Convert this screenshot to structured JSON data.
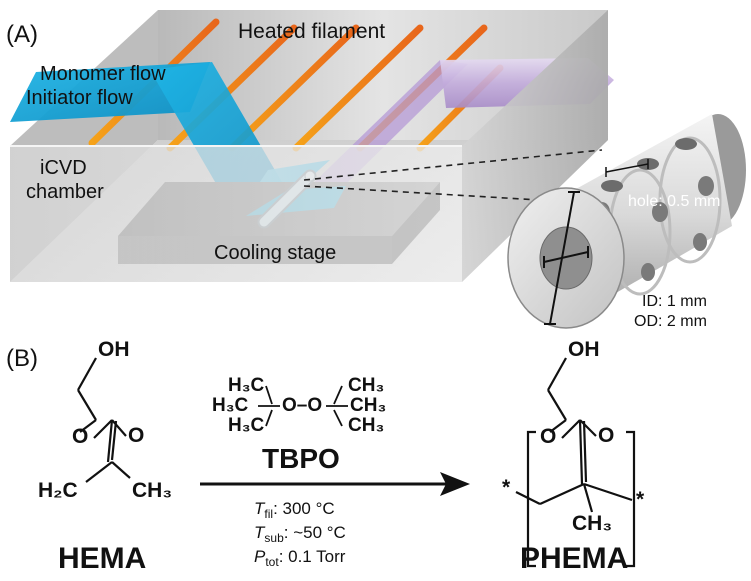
{
  "panel_a": {
    "label": "(A)",
    "heated_filament": "Heated filament",
    "monomer_flow": "Monomer flow",
    "initiator_flow": "Initiator flow",
    "chamber_line1": "iCVD",
    "chamber_line2": "chamber",
    "cooling_stage": "Cooling stage",
    "hole": "hole: 0.5 mm",
    "id": "ID: 1 mm",
    "od": "OD: 2 mm"
  },
  "panel_b": {
    "label": "(B)",
    "hema": {
      "oh": "OH",
      "o_ester": "O",
      "o_carbonyl": "O",
      "h2c": "H₂C",
      "ch3": "CH₃",
      "name": "HEMA"
    },
    "tbpo": {
      "left_top": "H₃C",
      "left_mid": "H₃C",
      "left_bot": "H₃C",
      "peroxide": "O–O",
      "right_top": "CH₃",
      "right_mid": "CH₃",
      "right_bot": "CH₃",
      "name": "TBPO"
    },
    "conditions": {
      "t_fil_symbol": "T",
      "t_fil_sub": "fil",
      "t_fil_value": ": 300 °C",
      "t_sub_symbol": "T",
      "t_sub_sub": "sub",
      "t_sub_value": ": ~50 °C",
      "p_tot_symbol": "P",
      "p_tot_sub": "tot",
      "p_tot_value": ": 0.1 Torr"
    },
    "phema": {
      "oh": "OH",
      "o_ester": "O",
      "o_carbonyl": "O",
      "ch3": "CH₃",
      "star_left": "*",
      "star_right": "*",
      "name": "PHEMA"
    }
  }
}
